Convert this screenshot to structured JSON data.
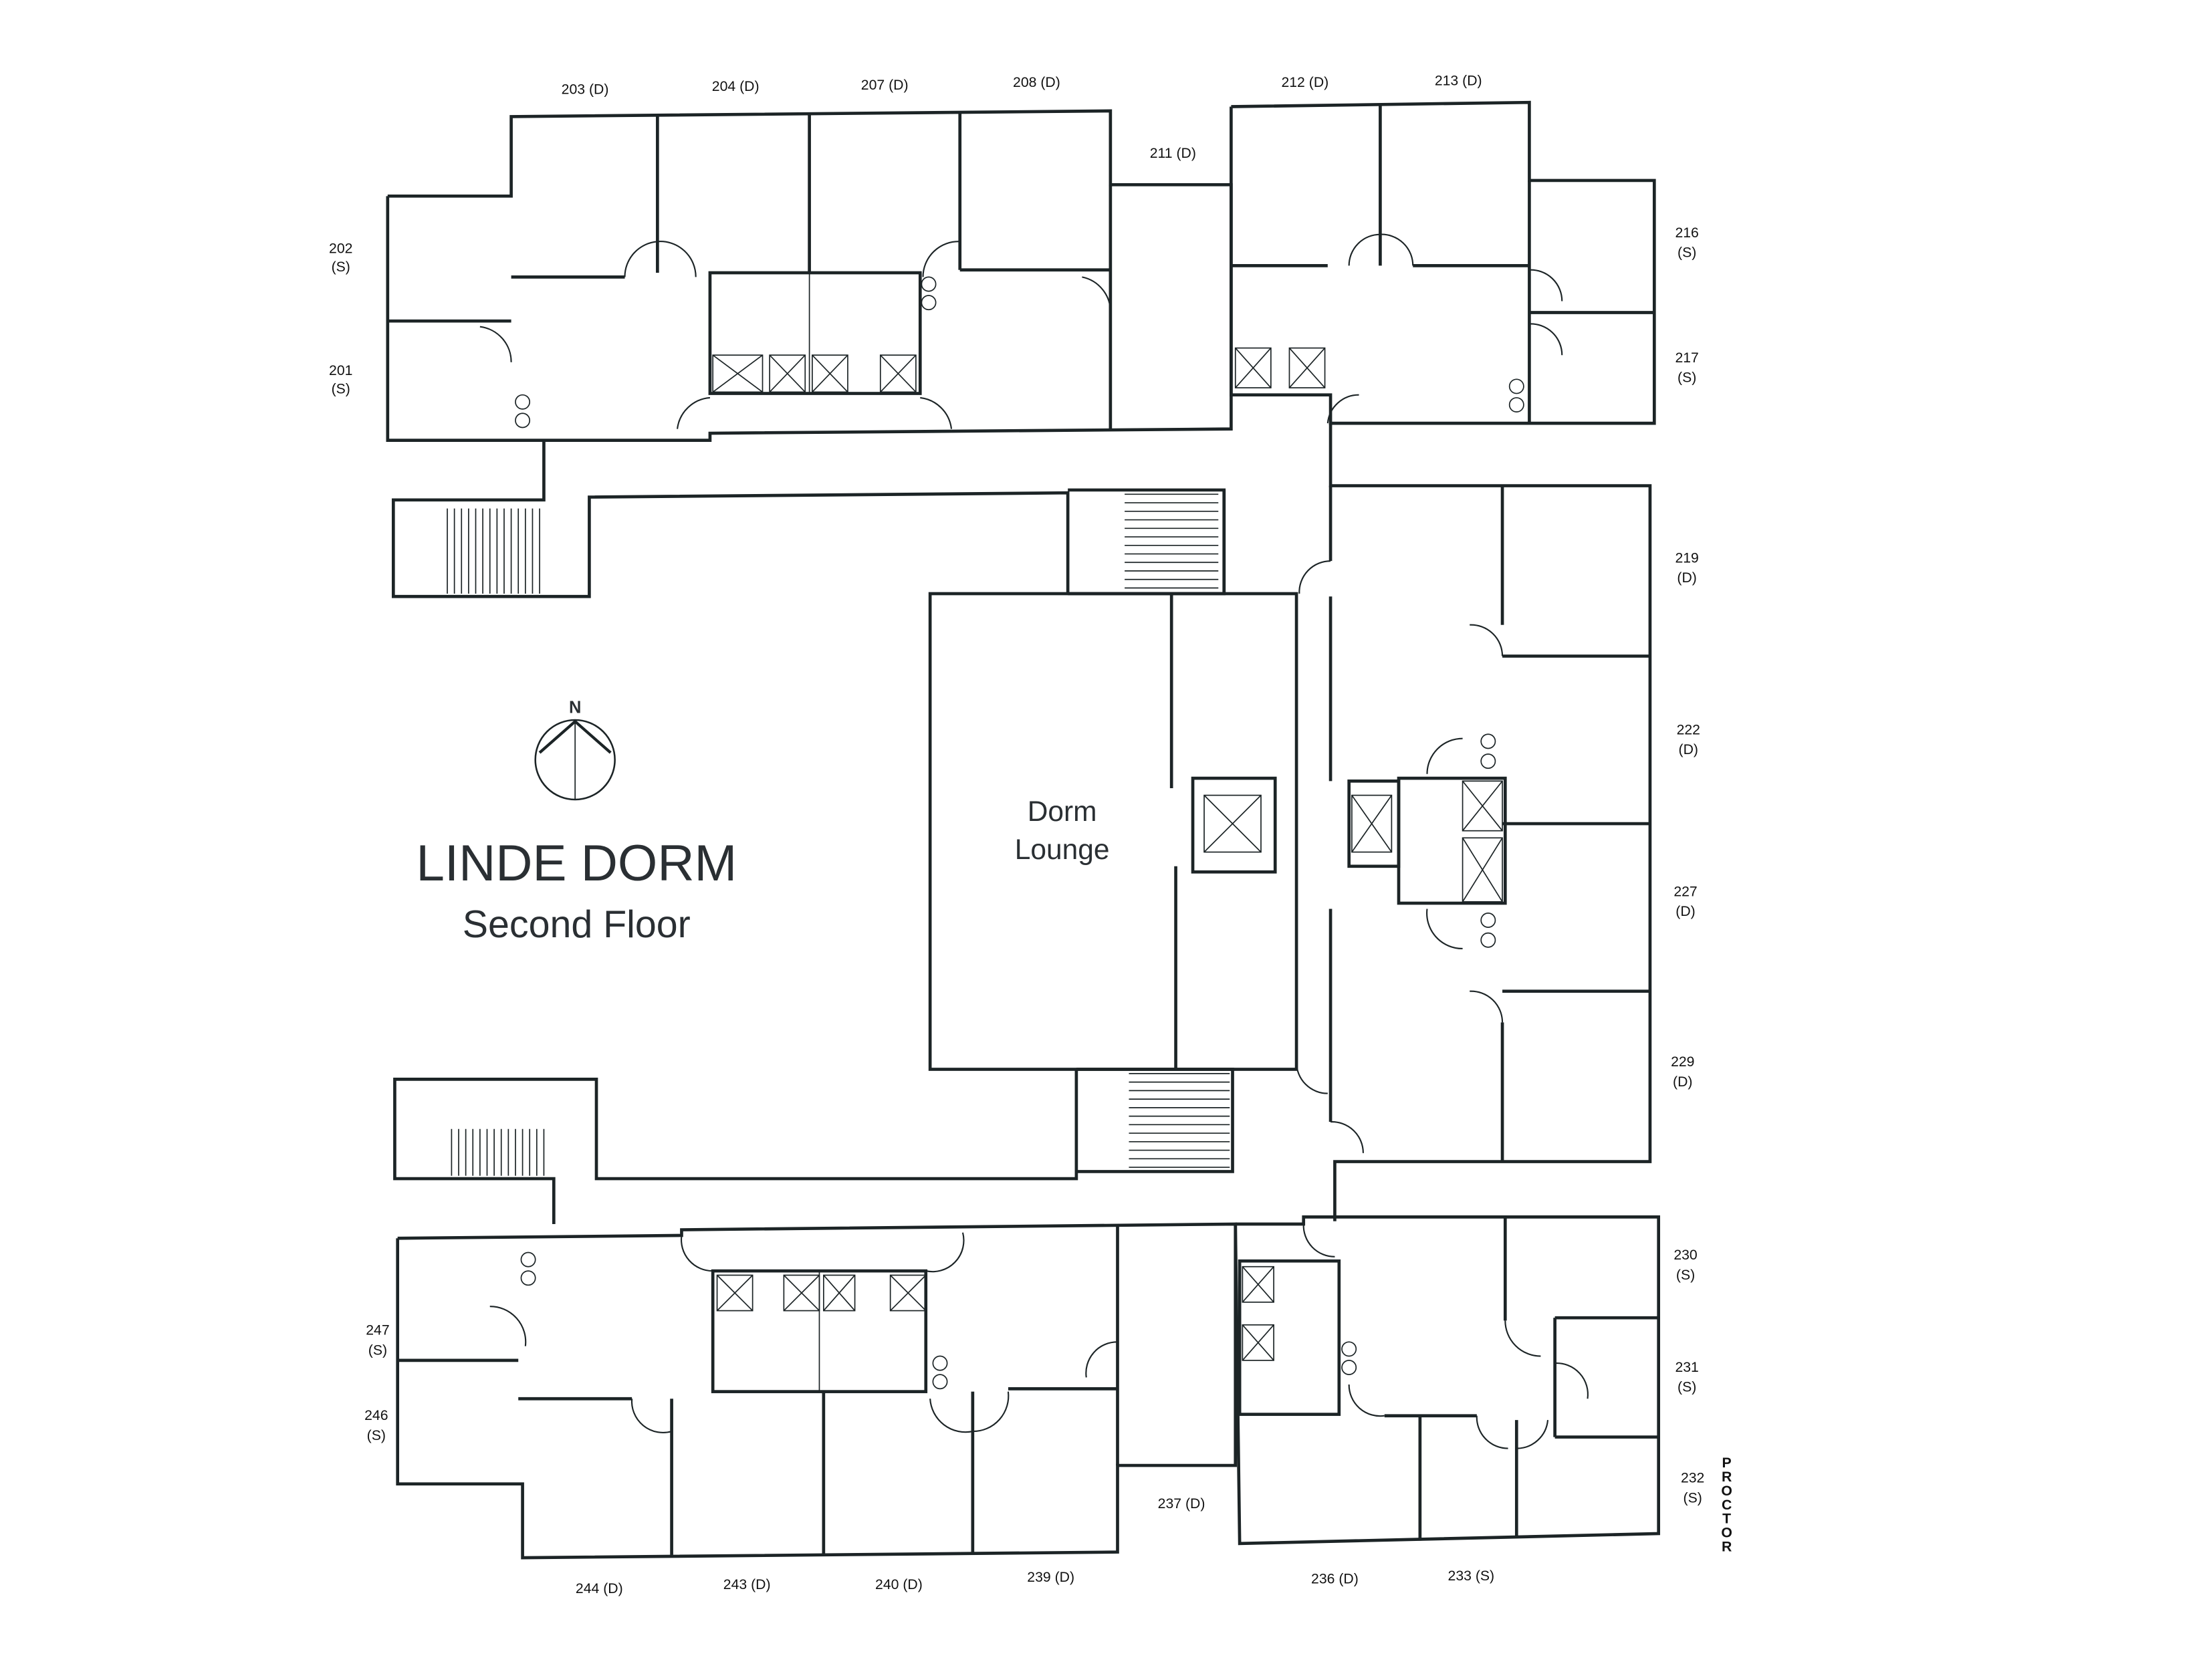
{
  "title": "LINDE DORM",
  "subtitle": "Second Floor",
  "compass": "N",
  "lounge": {
    "line1": "Dorm",
    "line2": "Lounge"
  },
  "proctor": "PROCTOR",
  "rooms": {
    "r201": {
      "num": "201",
      "type": "(S)"
    },
    "r202": {
      "num": "202",
      "type": "(S)"
    },
    "r203": "203 (D)",
    "r204": "204 (D)",
    "r207": "207 (D)",
    "r208": "208 (D)",
    "r211": "211 (D)",
    "r212": "212 (D)",
    "r213": "213 (D)",
    "r216": {
      "num": "216",
      "type": "(S)"
    },
    "r217": {
      "num": "217",
      "type": "(S)"
    },
    "r219": {
      "num": "219",
      "type": "(D)"
    },
    "r222": {
      "num": "222",
      "type": "(D)"
    },
    "r227": {
      "num": "227",
      "type": "(D)"
    },
    "r229": {
      "num": "229",
      "type": "(D)"
    },
    "r230": {
      "num": "230",
      "type": "(S)"
    },
    "r231": {
      "num": "231",
      "type": "(S)"
    },
    "r232": {
      "num": "232",
      "type": "(S)"
    },
    "r233": "233 (S)",
    "r236": "236 (D)",
    "r237": "237 (D)",
    "r239": "239 (D)",
    "r240": "240 (D)",
    "r243": "243 (D)",
    "r244": "244 (D)",
    "r246": {
      "num": "246",
      "type": "(S)"
    },
    "r247": {
      "num": "247",
      "type": "(S)"
    }
  }
}
